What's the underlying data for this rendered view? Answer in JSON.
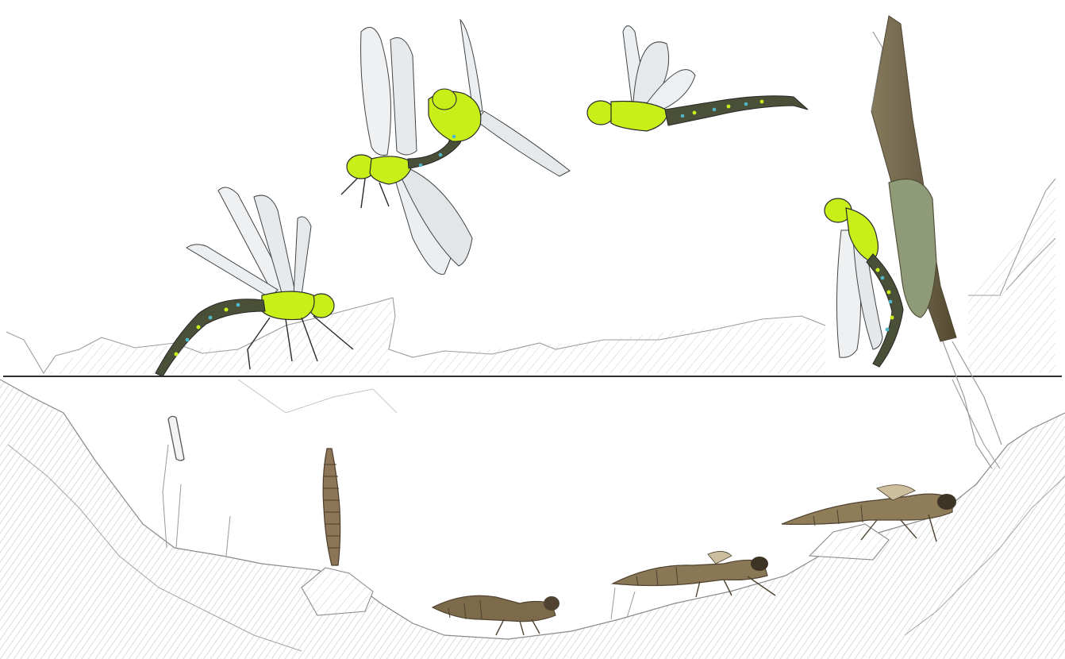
{
  "scene": {
    "background": "#ffffff",
    "colors": {
      "pencil": "#8a8a8a",
      "pencil_light": "#b9b9b9",
      "waterline": "#111111",
      "thorax_yellow": "#c8f018",
      "abdomen_dark": "#4a5038",
      "blue_spot": "#4fb6c8",
      "wing_fill": "#e9ecef",
      "nymph_brown": "#7d6a4a",
      "nymph_dark": "#4f4230",
      "stem_brown": "#6b6048"
    },
    "stages": [
      {
        "name": "egg",
        "icon": "egg-icon"
      },
      {
        "name": "young-larva",
        "icon": "larva-icon"
      },
      {
        "name": "larva",
        "icon": "nymph-icon"
      },
      {
        "name": "larva",
        "icon": "nymph-icon"
      },
      {
        "name": "larva",
        "icon": "nymph-icon"
      },
      {
        "name": "emergence",
        "icon": "emerging-dragonfly-icon"
      },
      {
        "name": "adult-flying",
        "icon": "dragonfly-icon"
      },
      {
        "name": "mating-pair",
        "icon": "dragonfly-pair-icon"
      },
      {
        "name": "egg-laying-female",
        "icon": "dragonfly-icon"
      }
    ]
  }
}
